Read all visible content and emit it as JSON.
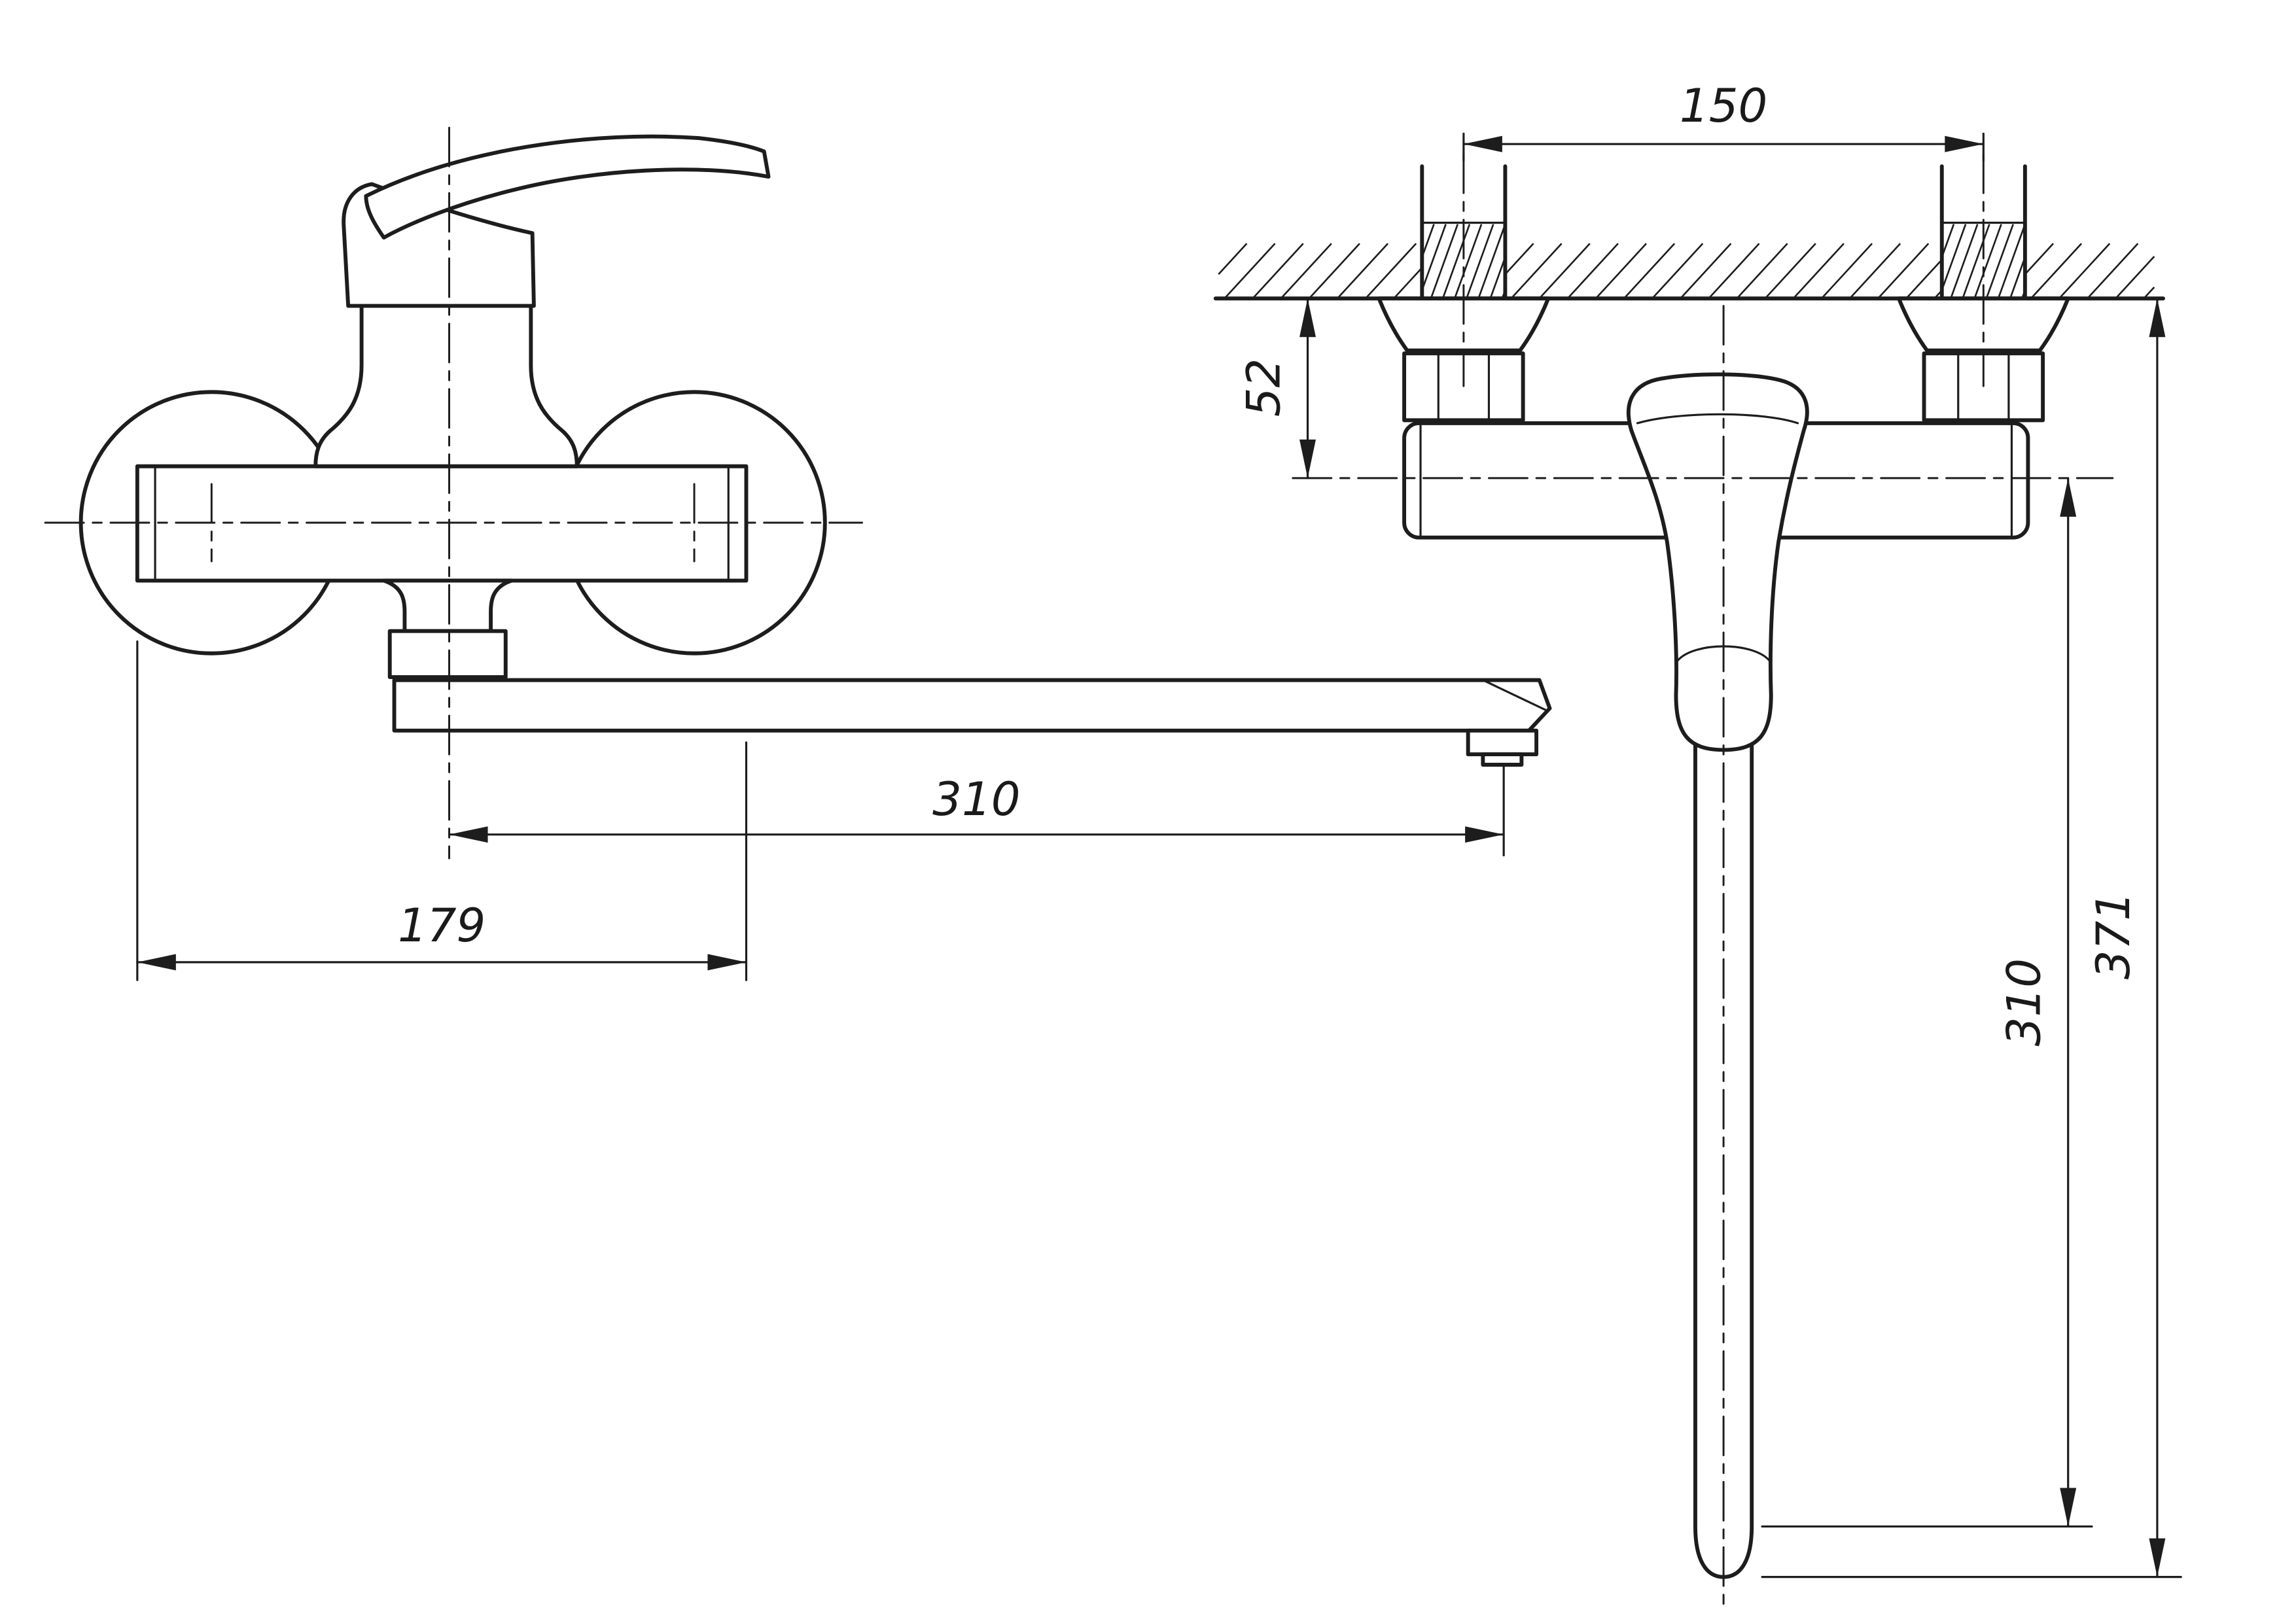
{
  "front_view": {
    "spout_reach": "310",
    "mount_width": "179"
  },
  "side_view": {
    "inlet_spacing": "150",
    "wall_to_axis": "52",
    "axis_to_outlet": "310",
    "wall_to_outlet": "371"
  }
}
